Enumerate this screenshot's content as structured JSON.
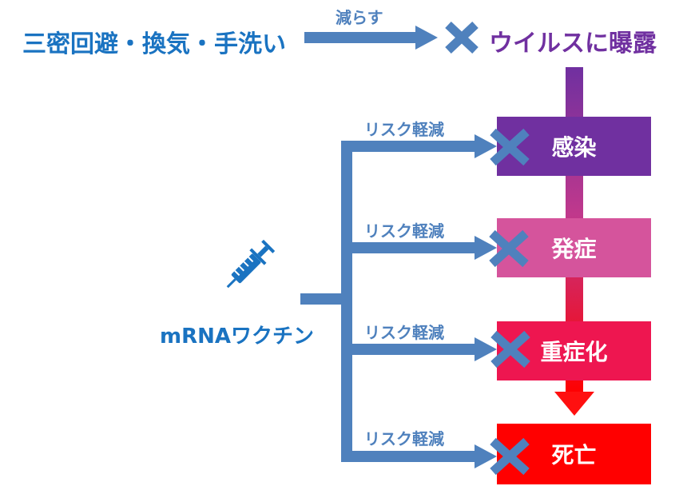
{
  "prevention_text": "三密回避・換気・手洗い",
  "reduce_label": "減らす",
  "exposure_text": "ウイルスに曝露",
  "vaccine_text": "mRNAワクチン",
  "risk_labels": [
    "リスク軽減",
    "リスク軽減",
    "リスク軽減",
    "リスク軽減"
  ],
  "stages": {
    "infection": "感染",
    "onset": "発症",
    "severe": "重症化",
    "death": "死亡"
  },
  "colors": {
    "blue_text": "#1a73c1",
    "arrow_blue": "#4f81bd",
    "purple": "#7030a0",
    "pink": "#d5549c",
    "crimson": "#ee1650",
    "red": "#ff0000"
  },
  "icons": [
    "cross-mark-icon",
    "syringe-icon"
  ]
}
